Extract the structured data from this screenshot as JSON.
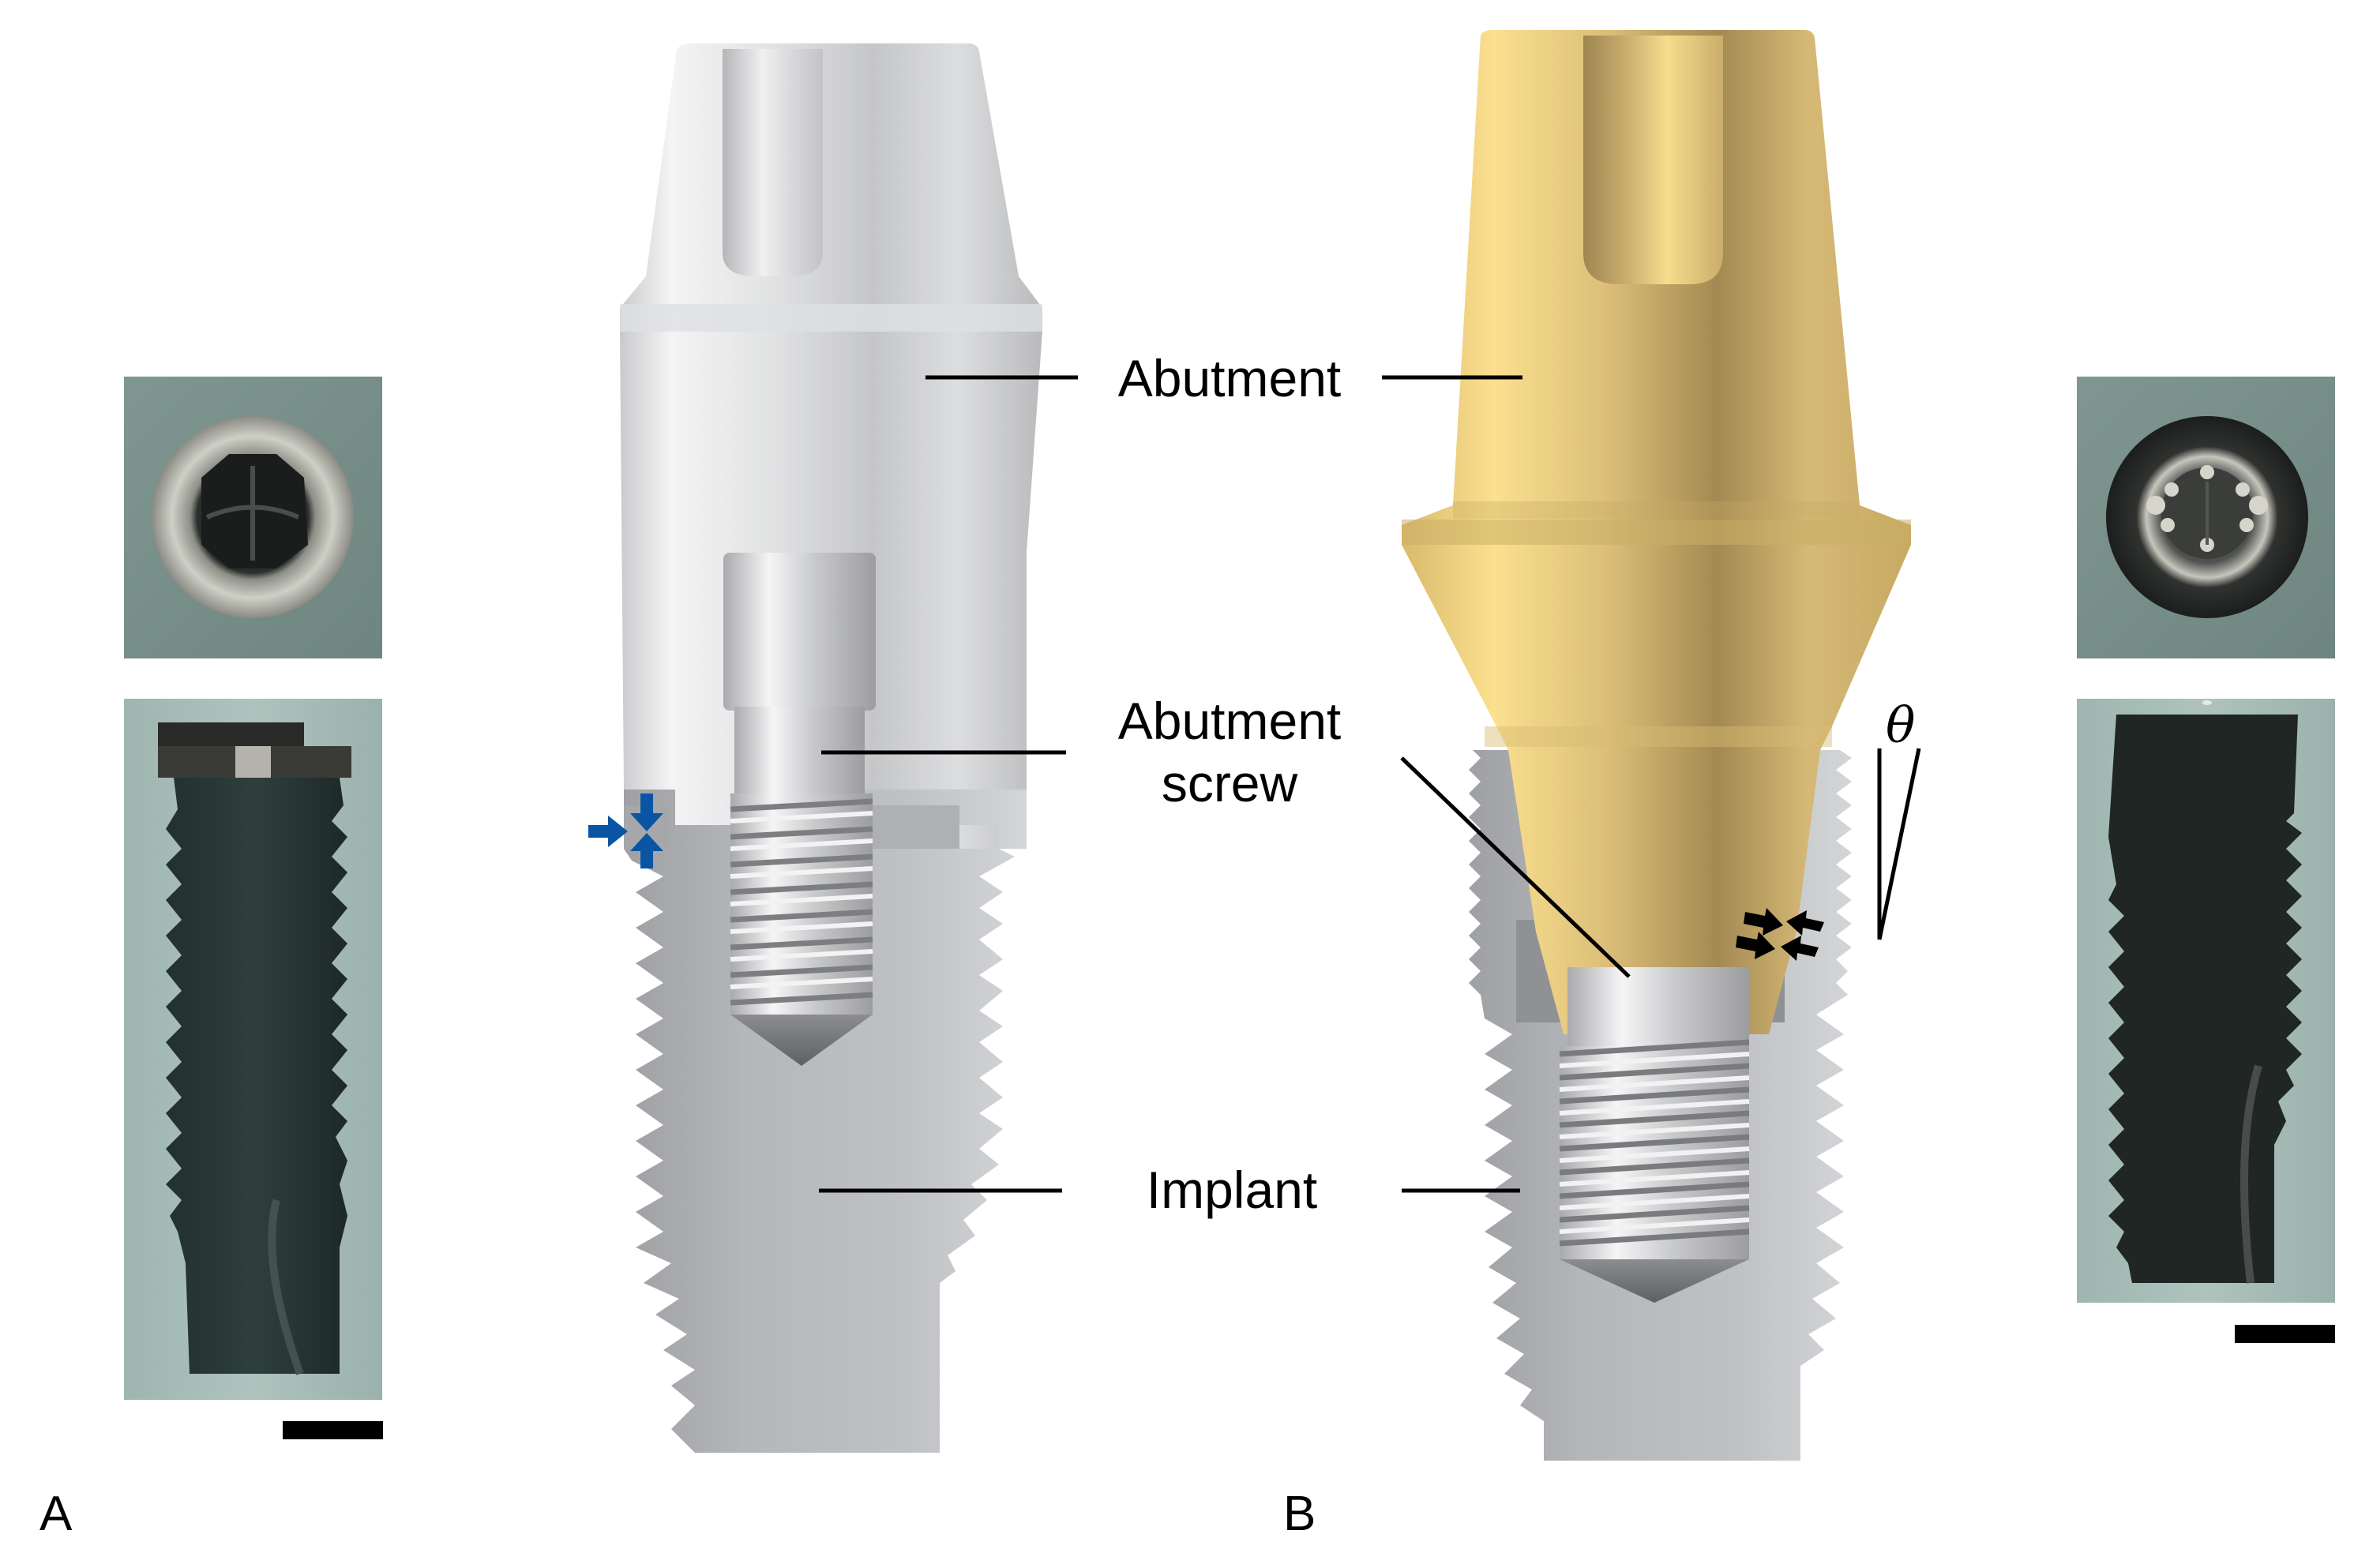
{
  "figure": {
    "panels": [
      {
        "id": "A",
        "label": "A",
        "description": "External hex connection implant with titanium (grey) abutment",
        "photos": [
          "top-view-photo",
          "side-view-photo"
        ],
        "scale_bar": true,
        "arrow_color": "#0a55a3",
        "abutment_color": "#d8d9db"
      },
      {
        "id": "B",
        "label": "B",
        "description": "Internal conical (Morse taper) connection implant with gold-colored abutment",
        "photos": [
          "top-view-photo",
          "side-view-photo"
        ],
        "scale_bar": true,
        "arrow_color": "#000000",
        "abutment_color": "#e3c47a",
        "angle_symbol": "θ"
      }
    ],
    "labels": {
      "abutment": "Abutment",
      "abutment_screw_line1": "Abutment",
      "abutment_screw_line2": "screw",
      "implant": "Implant",
      "theta": "θ"
    },
    "panel_labels": {
      "a": "A",
      "b": "B"
    }
  }
}
